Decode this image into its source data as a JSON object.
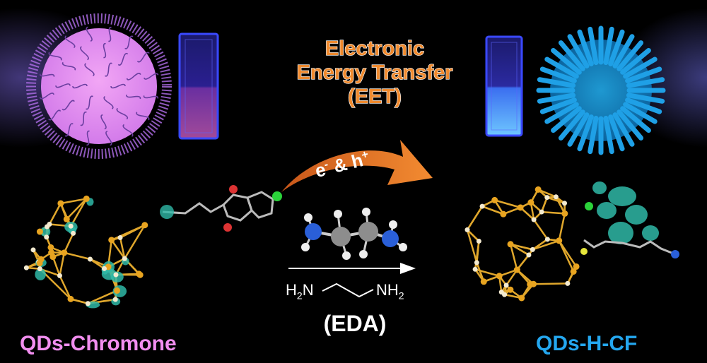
{
  "title": {
    "line1": "Electronic",
    "line2": "Energy Transfer",
    "line3": "(EET)"
  },
  "arrow_label": {
    "base": "e",
    "sup1": "-",
    "mid": " & h",
    "sup2": "+"
  },
  "reagent": {
    "left_group": "H",
    "left_sub": "2",
    "left_atom": "N",
    "right_group": "NH",
    "right_sub": "2",
    "name": "(EDA)"
  },
  "labels": {
    "left": "QDs-Chromone",
    "right": "QDs-H-CF"
  },
  "colors": {
    "pink": "#f28ef0",
    "blue": "#24a7ef",
    "orange": "#f08a2e",
    "gold": "#e0a72c",
    "teal": "#2fb9a7"
  }
}
